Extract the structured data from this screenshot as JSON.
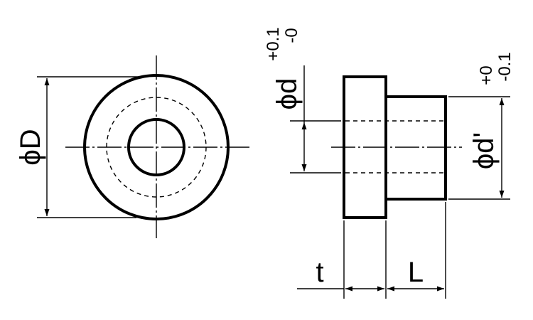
{
  "labels": {
    "outer_diameter": "ϕD",
    "bore_diameter": "ϕd",
    "bore_tolerance_upper": "+0.1",
    "bore_tolerance_lower": "-0",
    "shank_diameter": "ϕd'",
    "shank_tolerance_upper": "+0",
    "shank_tolerance_lower": "-0.1",
    "flange_thickness": "t",
    "shank_length": "L"
  },
  "colors": {
    "line": "#000000",
    "background": "#ffffff"
  }
}
